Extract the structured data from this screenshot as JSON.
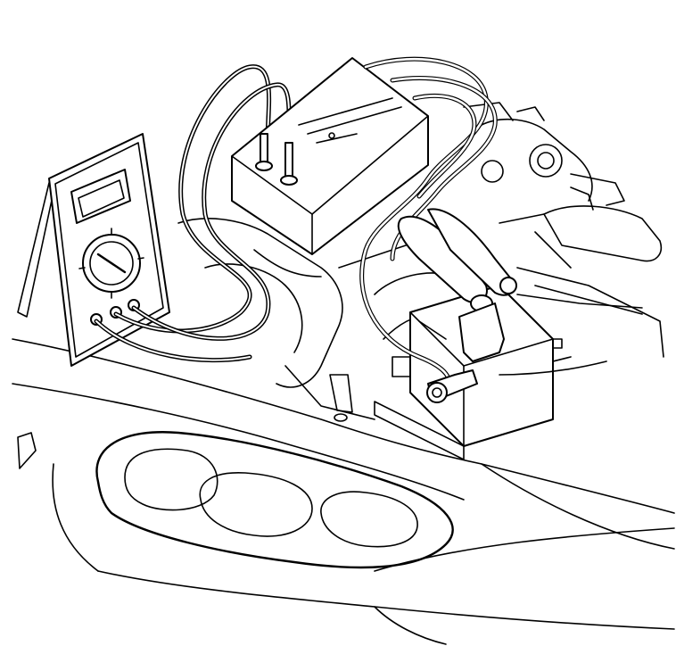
{
  "figure": {
    "kind": "technical line drawing",
    "colors": {
      "line": "#000000",
      "background": "#ffffff"
    },
    "parts": [
      "digital-multimeter",
      "load-tester-box",
      "test-leads",
      "clamp-jumper-cable",
      "battery",
      "engine-compartment",
      "headlamp-assembly",
      "hood-edge"
    ]
  }
}
